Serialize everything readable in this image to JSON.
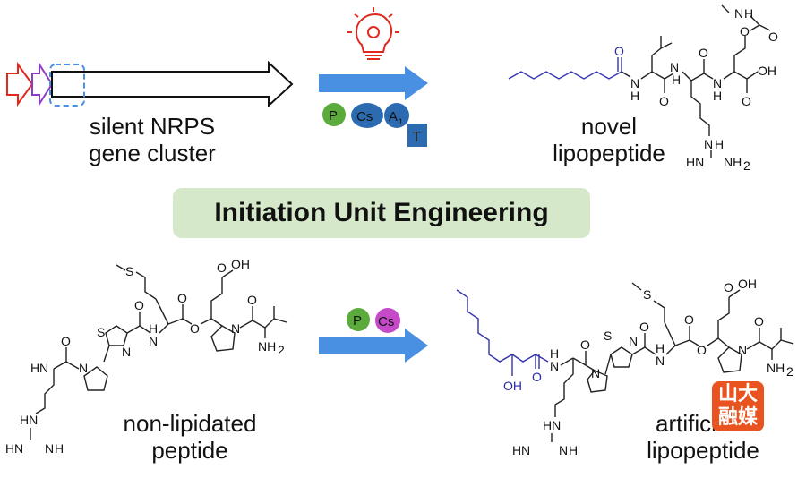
{
  "labels": {
    "gene_cluster": [
      "silent NRPS",
      "gene cluster"
    ],
    "novel_product": [
      "novel",
      "lipopeptide"
    ],
    "banner": "Initiation Unit Engineering",
    "substrate": [
      "non-lipidated",
      "peptide"
    ],
    "artificial_product": [
      "artifici",
      "lipopeptide"
    ]
  },
  "domains_top": {
    "p": "P",
    "cs": "Cs",
    "a": "A",
    "a_sub": "1",
    "t": "T"
  },
  "domains_bottom": {
    "p": "P",
    "cs": "Cs"
  },
  "watermark": {
    "line1": "山大",
    "line2": "融媒"
  },
  "chem_labels": {
    "o": "O",
    "nh": "N",
    "h": "H",
    "oh": "OH",
    "nh2": "NH",
    "two": "2",
    "hn": "HN",
    "h2n": "H",
    "s": "S",
    "n": "N"
  },
  "colors": {
    "arrow_blue": "#4a90e2",
    "banner_green": "#d5e8c9",
    "lipid_blue": "#3333b0",
    "bulb_red": "#e0281c",
    "domain_green": "#5aaa3c",
    "domain_blue": "#2d6bb0",
    "domain_magenta": "#c54ac8"
  }
}
